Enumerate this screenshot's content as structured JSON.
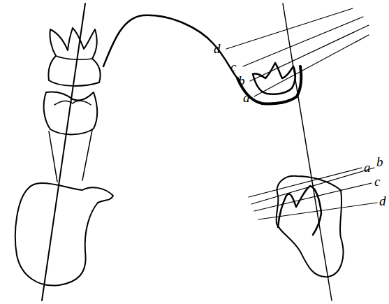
{
  "diagram": {
    "labels": [
      "d",
      "c",
      "b",
      "a",
      "a",
      "b",
      "c",
      "d"
    ]
  }
}
